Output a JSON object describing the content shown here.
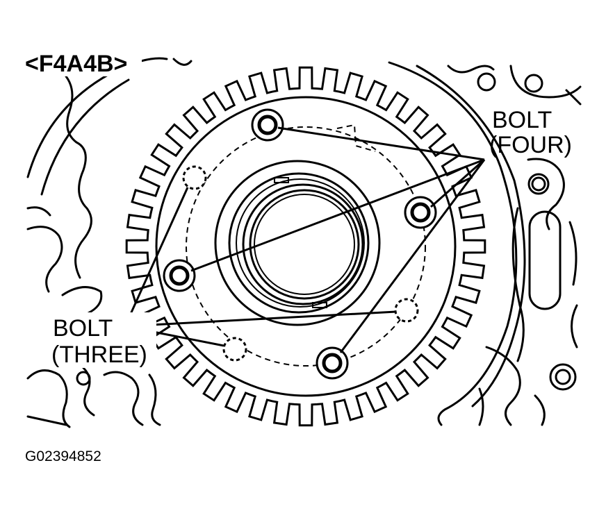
{
  "diagram": {
    "model_label": "<F4A4B>",
    "callout_four": {
      "line1": "BOLT",
      "line2": "(FOUR)"
    },
    "callout_three": {
      "line1": "BOLT",
      "line2": "(THREE)"
    },
    "figure_id": "G02394852",
    "teeth_count": 44,
    "visible_bolt_count": 4,
    "hidden_bolt_count": 3,
    "colors": {
      "line": "#000000",
      "background": "#ffffff"
    }
  }
}
